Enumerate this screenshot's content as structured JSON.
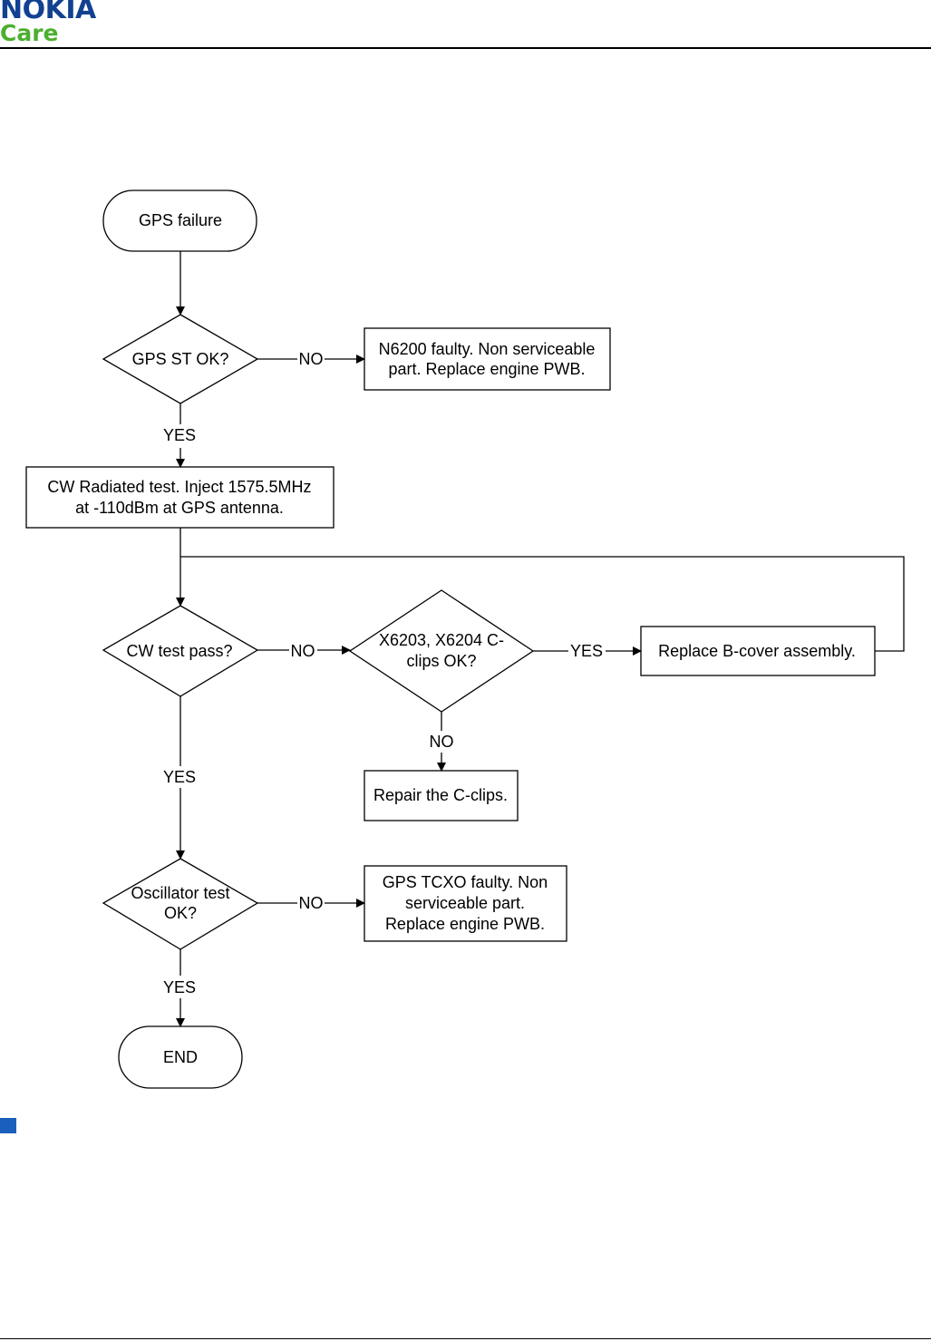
{
  "header": {
    "logo_nokia": "NOKIA",
    "logo_care": "Care",
    "colors": {
      "nokia_blue": "#124191",
      "care_green": "#4caf2f",
      "bullet_blue": "#1b5fbd"
    }
  },
  "flowchart": {
    "nodes": {
      "start": "GPS failure",
      "gps_st_ok": "GPS ST OK?",
      "n6200_faulty": [
        "N6200 faulty. Non serviceable",
        "part. Replace engine PWB."
      ],
      "cw_radiated_test": [
        "CW Radiated test. Inject 1575.5MHz",
        "at -110dBm at GPS antenna."
      ],
      "cw_test_pass": "CW test pass?",
      "clips_ok": [
        "X6203, X6204 C-",
        "clips OK?"
      ],
      "replace_bcover": "Replace B-cover assembly.",
      "repair_clips": "Repair the C-clips.",
      "oscillator_test": [
        "Oscillator test",
        "OK?"
      ],
      "tcxo_faulty": [
        "GPS TCXO faulty. Non",
        "serviceable part.",
        "Replace engine PWB."
      ],
      "end": "END"
    },
    "edges": {
      "gps_st_no": "NO",
      "gps_st_yes": "YES",
      "cw_pass_no": "NO",
      "clips_yes": "YES",
      "clips_no": "NO",
      "cw_pass_yes": "YES",
      "osc_no": "NO",
      "osc_yes": "YES"
    }
  }
}
